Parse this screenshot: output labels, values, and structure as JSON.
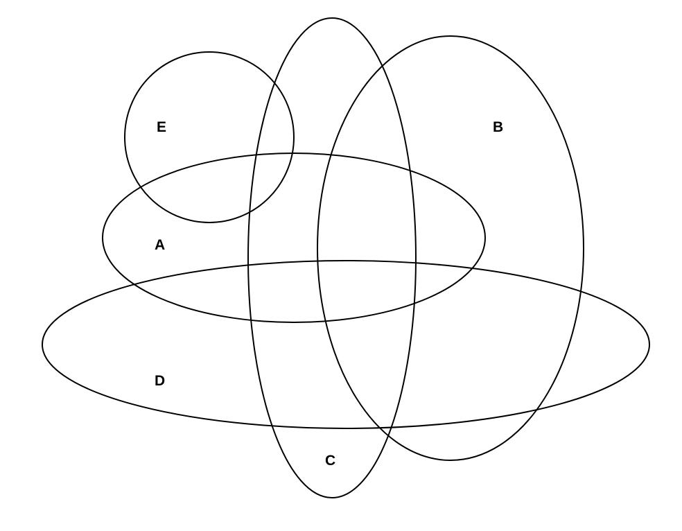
{
  "diagram": {
    "type": "venn",
    "stroke_color": "#000000",
    "background": "#ffffff",
    "sets": {
      "E": {
        "label": "E"
      },
      "A": {
        "label": "A"
      },
      "B": {
        "label": "B"
      },
      "C": {
        "label": "C"
      },
      "D": {
        "label": "D"
      }
    }
  }
}
